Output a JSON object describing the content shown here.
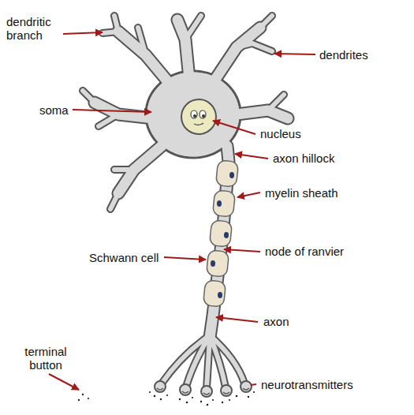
{
  "diagram": {
    "labels": [
      "dendritic branch",
      "dendrites",
      "soma",
      "nucleus",
      "axon hillock",
      "myelin sheath",
      "Schwann cell",
      "node of ranvier",
      "axon",
      "terminal button",
      "neurotransmitters"
    ]
  }
}
